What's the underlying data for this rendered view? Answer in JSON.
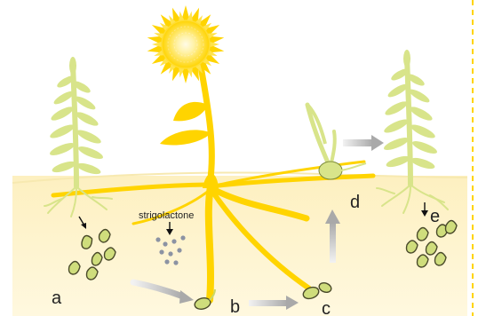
{
  "labels": {
    "a": "a",
    "b": "b",
    "c": "c",
    "d": "d",
    "e": "e",
    "strigolactone": "strigolactone"
  },
  "colors": {
    "soil": "#fdf3c9",
    "sunflower": "#ffd400",
    "sunflower_dark": "#f2b900",
    "weed": "#d8e48a",
    "weed_dark": "#b9c85a",
    "seed": "#cfdd7c",
    "seed_stroke": "#4a4a2a",
    "strigolactone_dot": "#8c93a3",
    "arrow_gray": "#bdbdbd",
    "border_dash": "#ffd400"
  },
  "icons": [
    "sunflower-icon",
    "weed-plant-icon",
    "seed-icon",
    "arrow-icon"
  ]
}
